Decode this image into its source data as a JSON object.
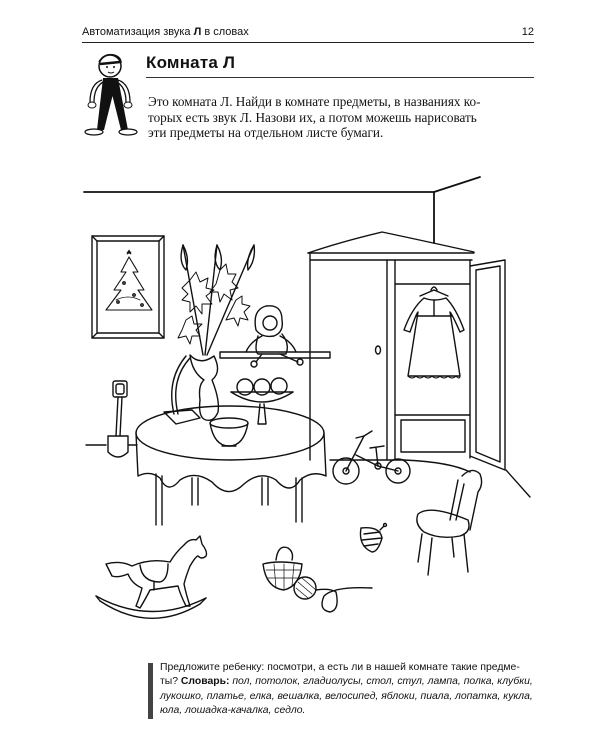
{
  "header": {
    "running_title_before": "Автоматизация звука ",
    "running_title_bold": "Л",
    "running_title_after": " в словах",
    "page_number": "12"
  },
  "section": {
    "title": "Комната Л"
  },
  "intro": {
    "lines": [
      "Это комната Л. Найди в комнате предметы, в названиях ко-",
      "торых есть звук Л. Назови их, а потом можешь нарисовать",
      "эти предметы на отдельном листе бумаги."
    ]
  },
  "illustration": {
    "description": "Line drawing of a room with objects containing the sound Л",
    "objects": [
      "потолок",
      "пол",
      "елка",
      "гладиолусы",
      "кукла",
      "полка",
      "лопатка",
      "стол",
      "яблоки",
      "пиала",
      "лампа",
      "шкаф",
      "платье",
      "вешалка",
      "велосипед",
      "стул",
      "юла",
      "лукошко",
      "клубки",
      "лошадка-качалка",
      "седло"
    ]
  },
  "note": {
    "line1": "Предложите ребенку: посмотри, а есть ли в нашей комнате такие предме-",
    "line2_prefix": "ты? ",
    "line2_bold": "Словарь:",
    "line2_italic": " пол, потолок, гладиолусы, стол, стул, лампа, полка, клубки,",
    "line3_italic": "лукошко, платье, елка, вешалка, велосипед, яблоки, пиала, лопатка, кукла,",
    "line4_italic": "юла, лошадка-качалка, седло."
  }
}
